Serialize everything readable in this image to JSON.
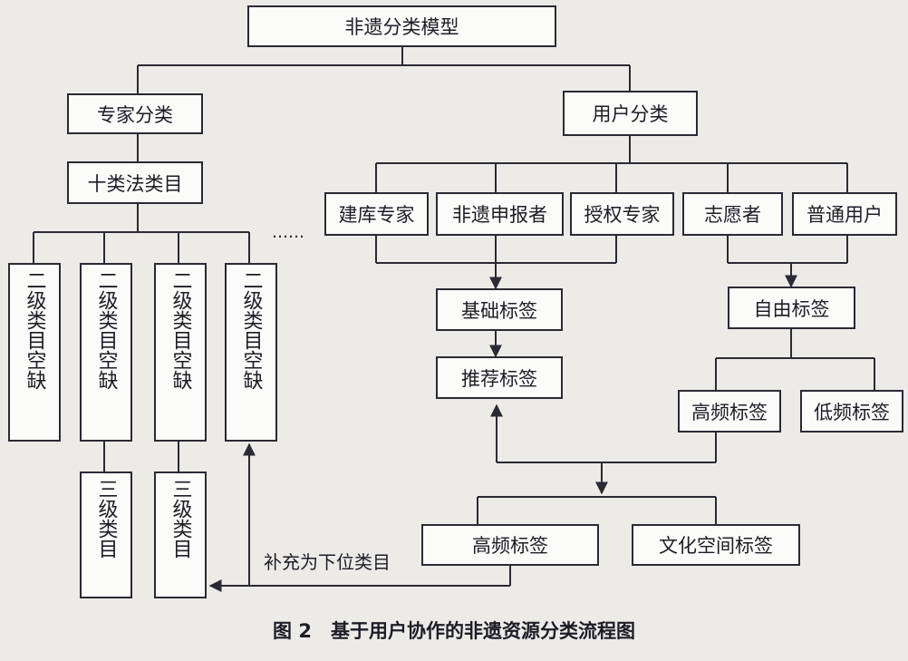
{
  "root": "非遗分类模型",
  "expert_branch": {
    "title": "专家分类",
    "method": "十类法类目",
    "secondary": [
      "二级类目空缺",
      "二级类目空缺",
      "二级类目空缺",
      "二级类目空缺"
    ],
    "tertiary": [
      "三级类目",
      "三级类目"
    ],
    "ellipsis": "……"
  },
  "user_branch": {
    "title": "用户分类",
    "roles": [
      "建库专家",
      "非遗申报者",
      "授权专家",
      "志愿者",
      "普通用户"
    ],
    "basic_tag": "基础标签",
    "recommend_tag": "推荐标签",
    "free_tag": "自由标签",
    "high_freq_tag": "高频标签",
    "low_freq_tag": "低频标签",
    "bottom_high_freq_tag": "高频标签",
    "cultural_space_tag": "文化空间标签",
    "supplement_label": "补充为下位类目"
  },
  "caption": "图 2　基于用户协作的非遗资源分类流程图"
}
